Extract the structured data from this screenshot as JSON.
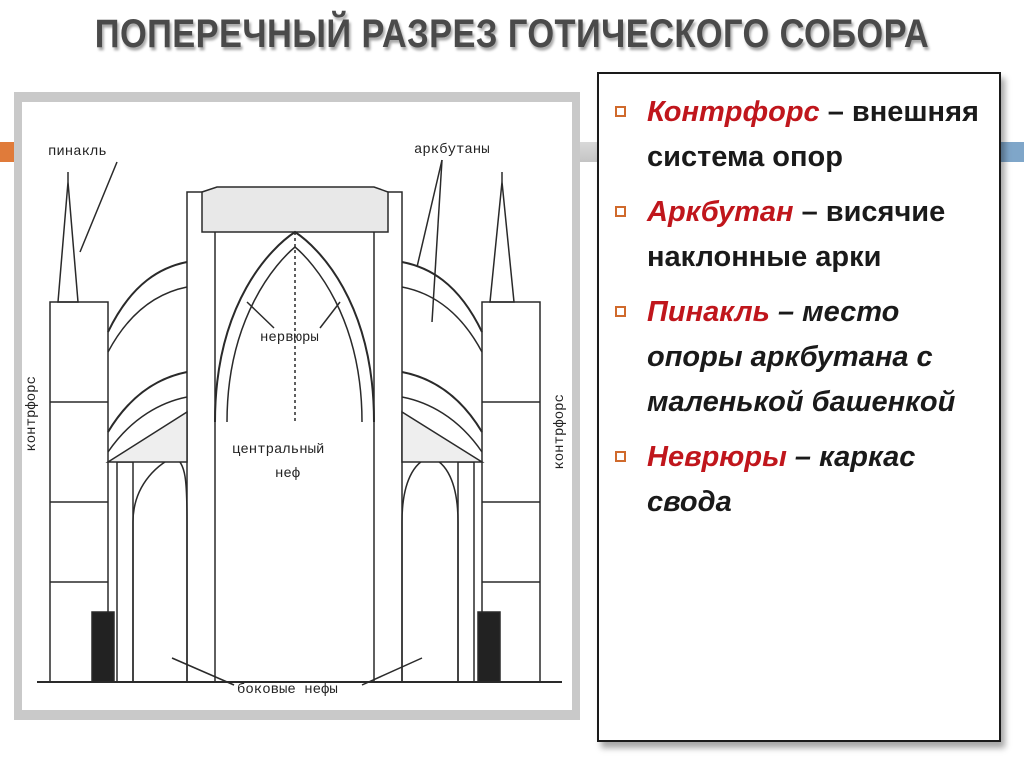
{
  "title": "ПОПЕРЕЧНЫЙ РАЗРЕЗ ГОТИЧЕСКОГО СОБОРА",
  "colors": {
    "accent_orange": "#e07b3a",
    "accent_blue": "#7fa6c9",
    "term_red": "#c0161c",
    "bullet_orange": "#d06a2c"
  },
  "figure": {
    "labels": {
      "pinnacle": "пинакль",
      "flying_buttresses": "аркбутаны",
      "ribs": "нервюры",
      "central_nave_line1": "центральный",
      "central_nave_line2": "неф",
      "buttress_left": "контрфорс",
      "buttress_right": "контрфорс",
      "side_naves": "боковые нефы"
    }
  },
  "definitions": [
    {
      "term": "Контрфорс",
      "definition": " – внешняя система опор",
      "italic": false
    },
    {
      "term": "Аркбутан",
      "definition": " – висячие наклонные арки",
      "italic": false
    },
    {
      "term": "Пинакль",
      "definition": " – место опоры аркбутана с маленькой башенкой",
      "italic": true
    },
    {
      "term": "Неврюры",
      "definition": " – каркас свода",
      "italic": true
    }
  ]
}
